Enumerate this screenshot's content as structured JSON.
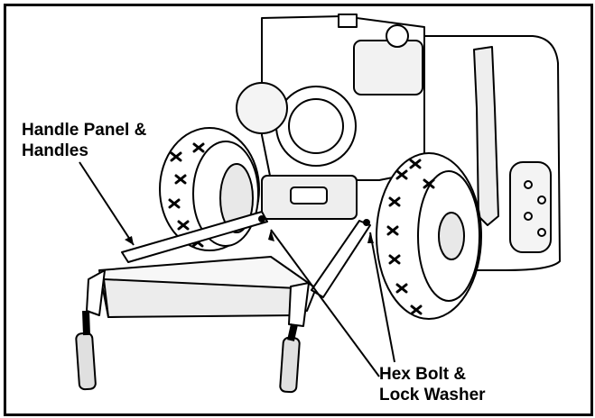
{
  "callouts": {
    "handle_panel": {
      "line1": "Handle Panel &",
      "line2": "Handles"
    },
    "hex_bolt": {
      "line1": "Hex Bolt &",
      "line2": "Lock Washer"
    }
  },
  "colors": {
    "ink": "#000000",
    "paper": "#ffffff",
    "shade": "#dcdcdc"
  }
}
